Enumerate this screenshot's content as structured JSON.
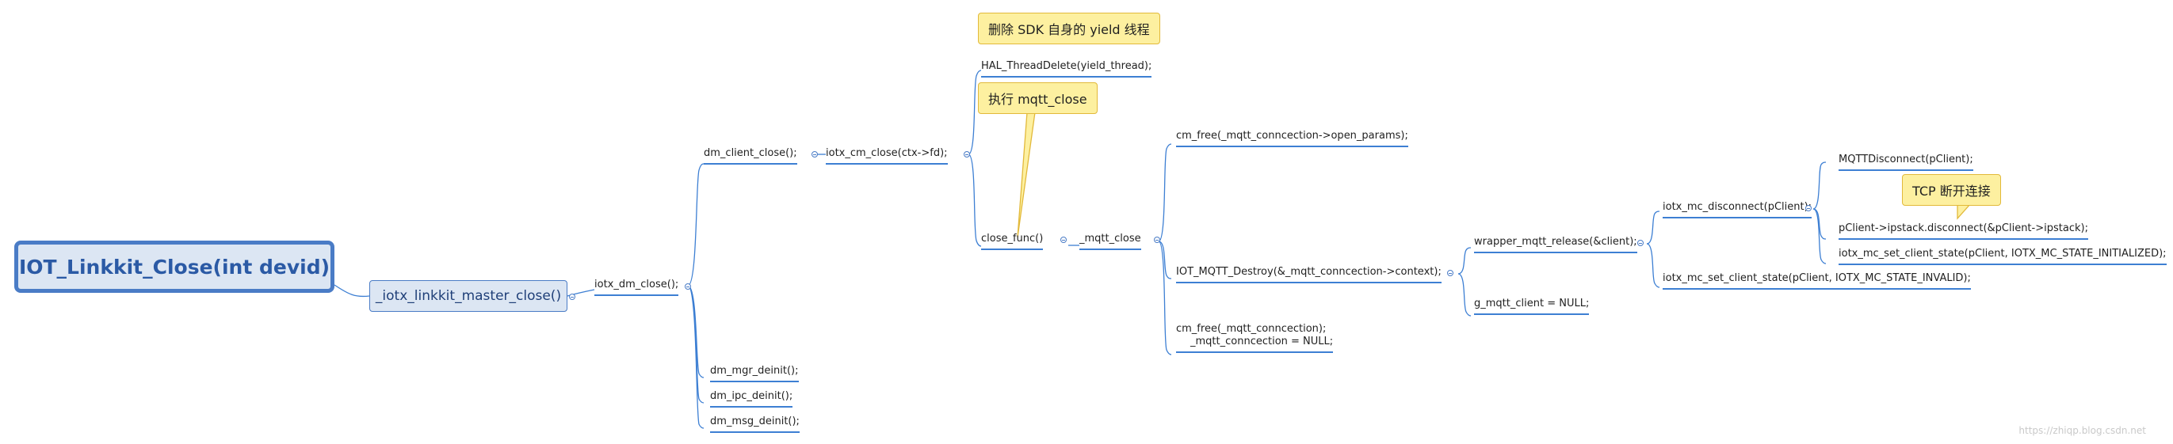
{
  "root": {
    "label": "IOT_Linkkit_Close(int devid)"
  },
  "master": {
    "label": "_iotx_linkkit_master_close()"
  },
  "nodes": {
    "iotx_dm_close": "iotx_dm_close();",
    "dm_client_close": "dm_client_close();",
    "iotx_cm_close": "iotx_cm_close(ctx->fd);",
    "hal_thread_delete": "HAL_ThreadDelete(yield_thread);",
    "close_func": "close_func()",
    "mqtt_close": "_mqtt_close",
    "cm_free_open_params": "cm_free(_mqtt_conncection->open_params);",
    "iot_mqtt_destroy": "IOT_MQTT_Destroy(&_mqtt_conncection->context);",
    "cm_free_conn_line1": "cm_free(_mqtt_conncection);",
    "cm_free_conn_line2": "_mqtt_conncection = NULL;",
    "wrapper_mqtt_release": "wrapper_mqtt_release(&client);",
    "g_mqtt_client_null": "g_mqtt_client = NULL;",
    "iotx_mc_disconnect": "iotx_mc_disconnect(pClient);",
    "iotx_mc_set_state_invalid": "iotx_mc_set_client_state(pClient, IOTX_MC_STATE_INVALID);",
    "mqtt_disconnect": "MQTTDisconnect(pClient);",
    "ipstack_disconnect": "pClient->ipstack.disconnect(&pClient->ipstack);",
    "iotx_mc_set_state_initialized": "iotx_mc_set_client_state(pClient, IOTX_MC_STATE_INITIALIZED);",
    "dm_mgr_deinit": "dm_mgr_deinit();",
    "dm_ipc_deinit": "dm_ipc_deinit();",
    "dm_msg_deinit": "dm_msg_deinit();"
  },
  "callouts": {
    "delete_yield_thread": "删除 SDK 自身的 yield 线程",
    "exec_mqtt_close": "执行 mqtt_close",
    "tcp_disconnect": "TCP 断开连接"
  },
  "watermark": "https://zhiqp.blog.csdn.net",
  "colors": {
    "connector": "#3d7fd3",
    "root_border": "#4a7cc6",
    "root_fill": "#dce6f3",
    "callout_fill": "#fdf0a0",
    "callout_border": "#e2b93a"
  }
}
